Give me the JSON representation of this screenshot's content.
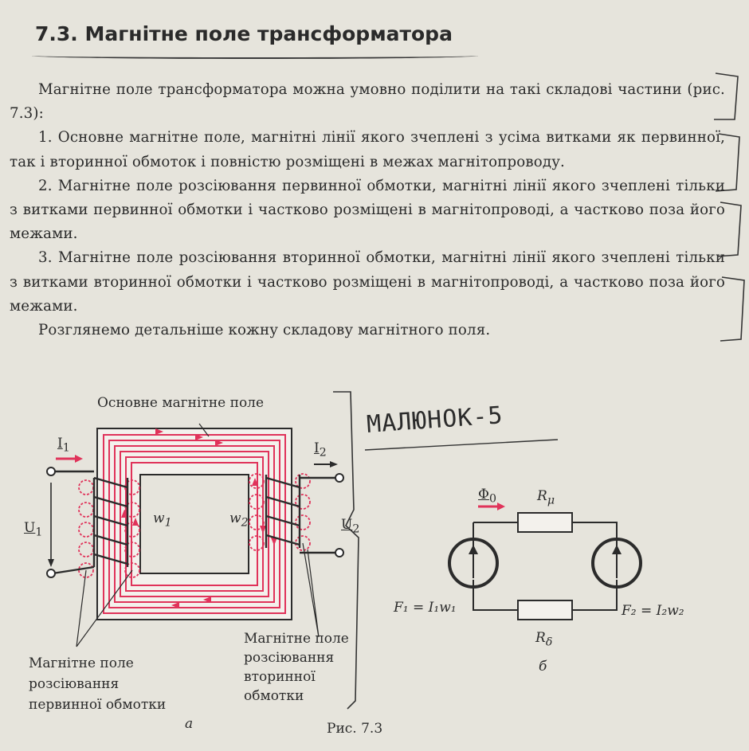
{
  "section": {
    "title": "7.3. Магнітне поле трансформатора"
  },
  "paragraphs": [
    "Магнітне поле трансформатора можна умовно поділити на такі складові частини (рис. 7.3):",
    "1. Основне магнітне поле, магнітні лінії якого зчеплені з усіма витками як первинної, так і вторинної обмоток і повністю розміщені в межах магнітопроводу.",
    "2. Магнітне поле розсіювання первинної обмотки, магнітні лінії якого зчеплені тільки з витками первинної обмотки і частково розміщені в магнітопроводі, а частково поза його межами.",
    "3. Магнітне поле розсіювання вторинної обмотки, магнітні лінії якого зчеплені тільки з витками вторинної обмотки і частково розміщені в магнітопроводі, а частково поза його межами.",
    "Розглянемо детальніше кожну складову магнітного поля."
  ],
  "handwritten_note": "МАЛЮНОК-5",
  "figure_a": {
    "label_main_field": "Основне магнітне поле",
    "I1": "I",
    "I1_sub": "1",
    "I2": "I",
    "I2_sub": "2",
    "U1": "U",
    "U1_sub": "1",
    "U2": "U",
    "U2_sub": "2",
    "w1": "w",
    "w1_sub": "1",
    "w2": "w",
    "w2_sub": "2",
    "label_leak_primary": [
      "Магнітне поле",
      "розсіювання",
      "первинної обмотки"
    ],
    "label_leak_secondary": [
      "Магнітне поле",
      "розсіювання",
      "вторинної",
      "обмотки"
    ],
    "sub_label": "а"
  },
  "figure_b": {
    "phi": "Φ",
    "phi_sub": "0",
    "R_mu": "R",
    "R_mu_sub": "μ",
    "R_delta": "R",
    "R_delta_sub": "δ",
    "F1": "F₁ = I₁w₁",
    "F2": "F₂ = I₂w₂",
    "sub_label": "б"
  },
  "caption": "Рис. 7.3",
  "colors": {
    "flux": "#e0335a",
    "ink": "#2b2b2b",
    "paper": "#e6e4dc"
  }
}
